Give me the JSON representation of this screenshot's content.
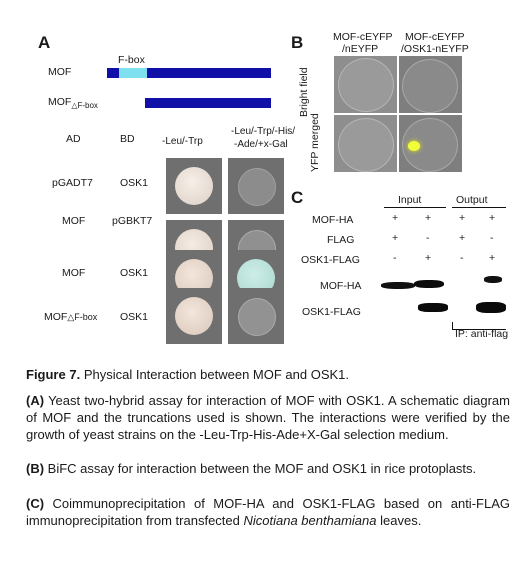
{
  "panelA": {
    "letter": "A",
    "schematic": {
      "mof_label": "MOF",
      "fbox_label": "F-box",
      "mof_delta_label": "MOF",
      "mof_delta_sub": "△F-box"
    },
    "headers": {
      "ad": "AD",
      "bd": "BD",
      "medium1": "-Leu/-Trp",
      "medium2_line1": "-Leu/-Trp/-His/",
      "medium2_line2": "-Ade/+x-Gal"
    },
    "rows": [
      {
        "ad": "pGADT7",
        "bd": "OSK1"
      },
      {
        "ad": "MOF",
        "bd": "pGBKT7"
      },
      {
        "ad": "MOF",
        "bd": "OSK1"
      },
      {
        "ad": "MOF",
        "ad_sub": "△F-box",
        "bd": "OSK1"
      }
    ],
    "colors": {
      "plate": "#6f6f6f",
      "colony_white": "#e8dcd4",
      "colony_blue": "#bfe3dc",
      "bar": "#1010a8",
      "fbox": "#7fe0f0"
    }
  },
  "panelB": {
    "letter": "B",
    "col1_line1": "MOF-cEYFP",
    "col1_line2": "/nEYFP",
    "col2_line1": "MOF-cEYFP",
    "col2_line2": "/OSK1-nEYFP",
    "side_line1": "Bright field",
    "side_line2": "YFP merged"
  },
  "panelC": {
    "letter": "C",
    "input_label": "Input",
    "output_label": "Output",
    "rows": [
      {
        "label": "MOF-HA",
        "signs": [
          "+",
          "+",
          "+",
          "+"
        ]
      },
      {
        "label": "FLAG",
        "signs": [
          "+",
          "-",
          "+",
          "-"
        ]
      },
      {
        "label": "OSK1-FLAG",
        "signs": [
          "-",
          "+",
          "-",
          "+"
        ]
      }
    ],
    "blot1": "MOF-HA",
    "blot2": "OSK1-FLAG",
    "ip_label": "IP: anti-flag"
  },
  "caption": {
    "fig_label": "Figure 7.",
    "fig_title": "Physical Interaction between MOF and OSK1.",
    "a_label": "(A)",
    "a_text": "Yeast two-hybrid assay for interaction of MOF with OSK1. A schematic diagram of MOF and the truncations used is shown. The interactions were verified by the growth of yeast strains on the -Leu-Trp-His-Ade+X-Gal selection medium.",
    "b_label": "(B)",
    "b_text": "BiFC assay for interaction between the MOF and OSK1 in rice protoplasts.",
    "c_label": "(C)",
    "c_text_1": "Coimmunoprecipitation of MOF-HA and OSK1-FLAG based on anti-FLAG immunoprecipitation from transfected",
    "c_species": "Nicotiana benthamiana",
    "c_text_2": "leaves."
  }
}
